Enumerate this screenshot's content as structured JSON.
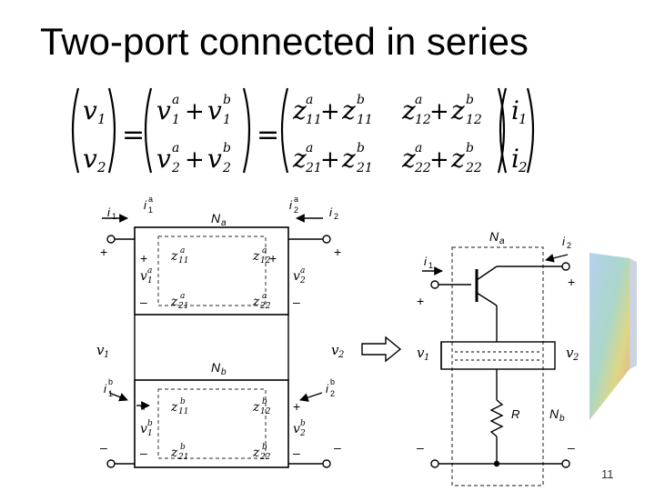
{
  "slide": {
    "title": "Two-port connected in series",
    "page_number": "11"
  },
  "equation": {
    "lhs": [
      "v1",
      "v2"
    ],
    "sum": [
      "v1a + v1b",
      "v2a + v2b"
    ],
    "z_matrix": [
      "z11a + z11b",
      "z12a + z12b",
      "z21a + z21b",
      "z22a + z22b"
    ],
    "rhs": [
      "i1",
      "i2"
    ]
  },
  "left_circuit": {
    "network_a": "Na",
    "network_b": "Nb",
    "a_params": [
      "z11a",
      "z12a",
      "z21a",
      "z22a"
    ],
    "b_params": [
      "z11b",
      "z12b",
      "z21b",
      "z22b"
    ],
    "currents": [
      "i1",
      "i1a",
      "i2a",
      "i2",
      "i1b",
      "i2b"
    ],
    "voltages": [
      "v1",
      "v2",
      "v1a",
      "v2a",
      "v1b",
      "v2b"
    ],
    "plus": "+",
    "minus": "–"
  },
  "right_circuit": {
    "network_a": "Na",
    "network_b": "Nb",
    "resistor": "R",
    "currents": [
      "i1",
      "i2"
    ],
    "voltages": [
      "v1",
      "v2"
    ]
  },
  "colors": {
    "line": "#000000",
    "dashed": "#444444",
    "deco_gradient": [
      "#88b8e0",
      "#c8d860",
      "#e0a070"
    ]
  }
}
